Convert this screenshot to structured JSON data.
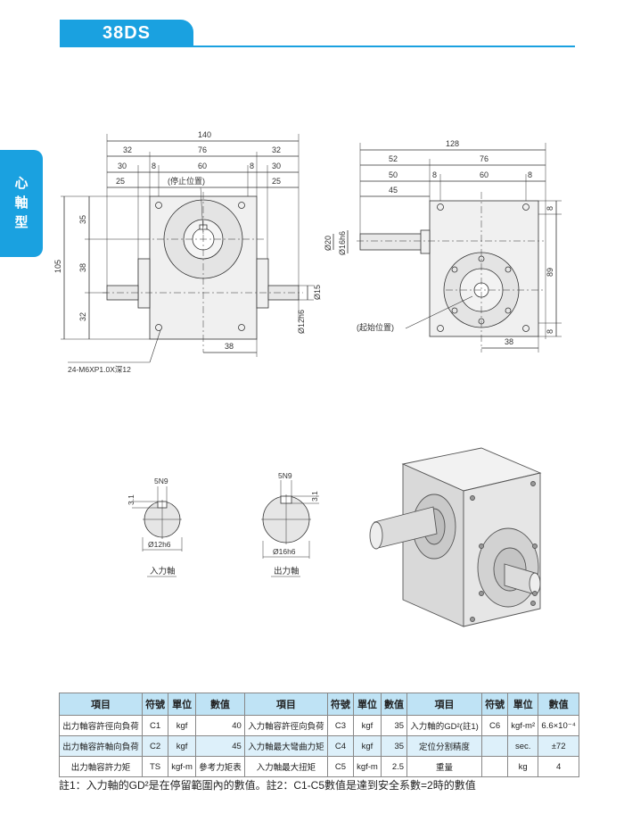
{
  "header": {
    "model": "38DS"
  },
  "side_tab": {
    "chars": [
      "心",
      "軸",
      "型"
    ]
  },
  "front_view": {
    "dims_top": [
      "140",
      "32",
      "76",
      "32",
      "30",
      "8",
      "60",
      "8",
      "30",
      "25",
      "25"
    ],
    "stop_label": "(停止位置)",
    "dims_left": [
      "105",
      "35",
      "38",
      "32"
    ],
    "dims_right": [
      "Ø15",
      "Ø12h6"
    ],
    "dim_bottom": "38",
    "callout": "24-M6XP1.0X深12"
  },
  "side_view": {
    "dims_top": [
      "128",
      "52",
      "76",
      "50",
      "8",
      "60",
      "8",
      "45"
    ],
    "dims_left": [
      "Ø20",
      "Ø16h6"
    ],
    "dims_right": [
      "8",
      "89",
      "8"
    ],
    "dim_bottom": "38",
    "start_label": "(起始位置)"
  },
  "shafts": {
    "input": {
      "keyway": "5N9",
      "depth": "3.1",
      "dia": "Ø12h6",
      "label": "入力軸"
    },
    "output": {
      "keyway": "5N9",
      "depth": "3.1",
      "dia": "Ø16h6",
      "label": "出力軸"
    }
  },
  "spec_table": {
    "headers": [
      "項目",
      "符號",
      "單位",
      "數值",
      "項目",
      "符號",
      "單位",
      "數值",
      "項目",
      "符號",
      "單位",
      "數值"
    ],
    "rows": [
      [
        "出力軸容許徑向負荷",
        "C1",
        "kgf",
        "40",
        "入力軸容許徑向負荷",
        "C3",
        "kgf",
        "35",
        "入力軸的GD²(註1)",
        "C6",
        "kgf-m²",
        "6.6×10⁻⁴"
      ],
      [
        "出力軸容許軸向負荷",
        "C2",
        "kgf",
        "45",
        "入力軸最大彎曲力矩",
        "C4",
        "kgf",
        "35",
        "定位分割精度",
        "",
        "sec.",
        "±72"
      ],
      [
        "出力軸容許力矩",
        "TS",
        "kgf-m",
        "參考力矩表",
        "入力軸最大扭矩",
        "C5",
        "kgf-m",
        "2.5",
        "重量",
        "",
        "kg",
        "4"
      ]
    ]
  },
  "note": "註1：入力軸的GD²是在停留範圍內的數值。註2：C1-C5數值是達到安全系數=2時的數值",
  "colors": {
    "accent": "#1aa1e0",
    "table_header": "#bfe3f5",
    "table_shade": "#ddf0fa"
  }
}
